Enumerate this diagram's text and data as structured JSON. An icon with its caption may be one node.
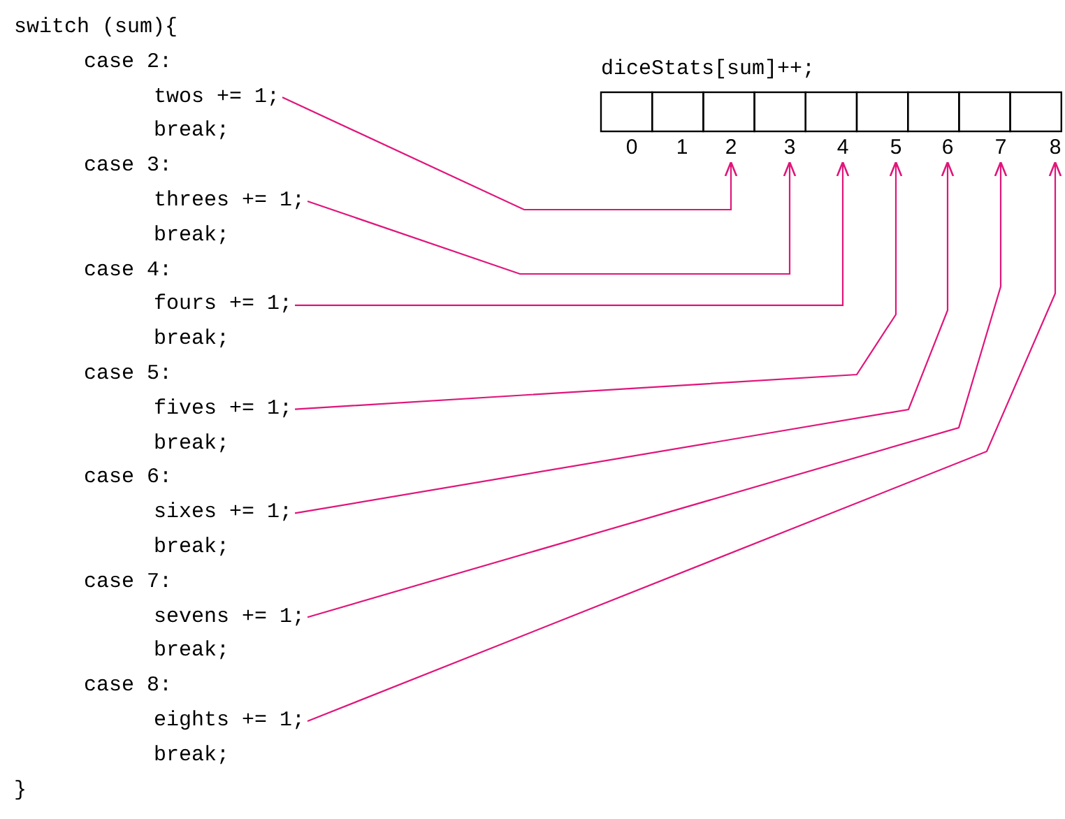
{
  "diagram": {
    "nodes": [
      {
        "text": [
          "twos += 1;"
        ]
      },
      {
        "text": [
          "threes += 1;"
        ]
      },
      {
        "text": [
          "fours += 1;"
        ]
      },
      {
        "text": [
          "fives += 1;"
        ]
      },
      {
        "text": [
          "sixes += 1;"
        ]
      },
      {
        "text": [
          "sevens += 1;"
        ]
      },
      {
        "text": [
          "eights += 1;"
        ]
      },
      {
        "text": [
          "2"
        ]
      },
      {
        "text": [
          "3"
        ]
      },
      {
        "text": [
          "4"
        ]
      },
      {
        "text": [
          "5"
        ]
      },
      {
        "text": [
          "6"
        ]
      },
      {
        "text": [
          "7"
        ]
      },
      {
        "text": [
          "8"
        ]
      }
    ],
    "edges": [
      {
        "from": 0,
        "to": 7,
        "arrow": "to"
      },
      {
        "from": 1,
        "to": 8,
        "arrow": "to"
      },
      {
        "from": 2,
        "to": 9,
        "arrow": "to"
      },
      {
        "from": 3,
        "to": 10,
        "arrow": "to"
      },
      {
        "from": 4,
        "to": 11,
        "arrow": "to"
      },
      {
        "from": 5,
        "to": 12,
        "arrow": "to"
      },
      {
        "from": 6,
        "to": 13,
        "arrow": "to"
      }
    ],
    "labels": [
      "switch (sum){",
      "case 2:",
      "diceStats[sum]++;",
      "0",
      "1",
      "break;",
      "case 3:",
      "break;",
      "case 4:",
      "break;",
      "case 5:",
      "break;",
      "case 6:",
      "break;",
      "case 7:",
      "break;",
      "case 8:",
      "break;",
      "}"
    ]
  }
}
